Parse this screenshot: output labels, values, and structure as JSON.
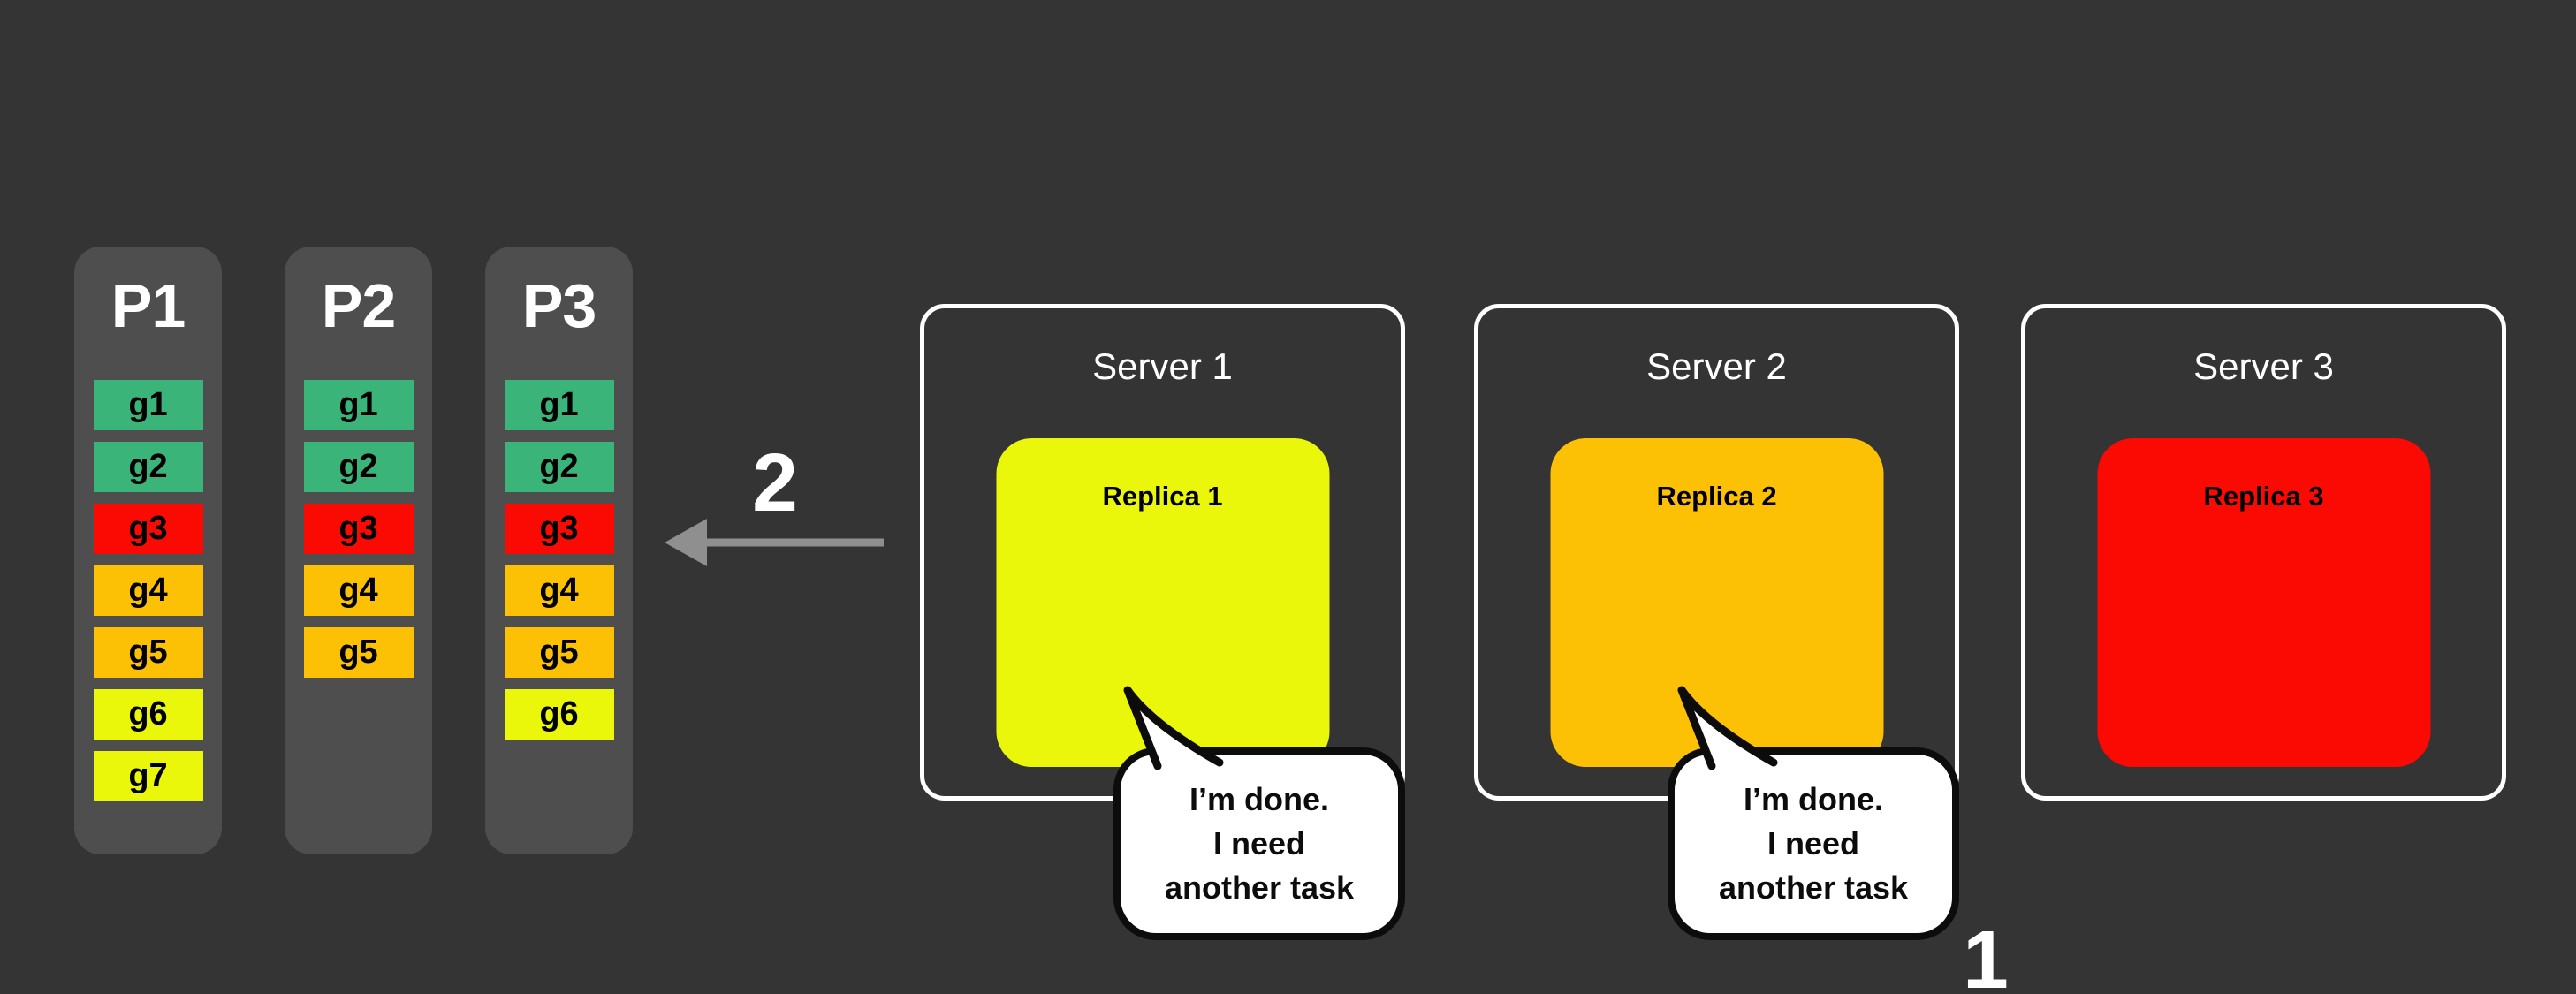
{
  "colors": {
    "background": "#343434",
    "panel": "#4e4e4e",
    "white": "#ffffff",
    "black": "#0c0c0c",
    "arrow_gray": "#8f8f8f",
    "green": "#3bb47a",
    "red": "#fb0a03",
    "amber": "#fcc105",
    "yellow": "#ebf70a"
  },
  "labels": {
    "step1": "1",
    "step2": "2"
  },
  "arrow": {
    "direction": "left"
  },
  "partitions": [
    {
      "label": "P1",
      "chips": [
        {
          "label": "g1",
          "color": "#3bb47a"
        },
        {
          "label": "g2",
          "color": "#3bb47a"
        },
        {
          "label": "g3",
          "color": "#fb0a03"
        },
        {
          "label": "g4",
          "color": "#fcc105"
        },
        {
          "label": "g5",
          "color": "#fcc105"
        },
        {
          "label": "g6",
          "color": "#ebf70a"
        },
        {
          "label": "g7",
          "color": "#ebf70a"
        }
      ]
    },
    {
      "label": "P2",
      "chips": [
        {
          "label": "g1",
          "color": "#3bb47a"
        },
        {
          "label": "g2",
          "color": "#3bb47a"
        },
        {
          "label": "g3",
          "color": "#fb0a03"
        },
        {
          "label": "g4",
          "color": "#fcc105"
        },
        {
          "label": "g5",
          "color": "#fcc105"
        }
      ]
    },
    {
      "label": "P3",
      "chips": [
        {
          "label": "g1",
          "color": "#3bb47a"
        },
        {
          "label": "g2",
          "color": "#3bb47a"
        },
        {
          "label": "g3",
          "color": "#fb0a03"
        },
        {
          "label": "g4",
          "color": "#fcc105"
        },
        {
          "label": "g5",
          "color": "#fcc105"
        },
        {
          "label": "g6",
          "color": "#ebf70a"
        }
      ]
    }
  ],
  "servers": [
    {
      "label": "Server 1",
      "replica": {
        "label": "Replica 1",
        "color": "#ebf70a"
      },
      "bubble": {
        "lines": [
          "I’m done.",
          "I need",
          "another task"
        ]
      }
    },
    {
      "label": "Server 2",
      "replica": {
        "label": "Replica 2",
        "color": "#fcc105"
      },
      "bubble": {
        "lines": [
          "I’m done.",
          "I need",
          "another task"
        ]
      }
    },
    {
      "label": "Server 3",
      "replica": {
        "label": "Replica 3",
        "color": "#fb0a03"
      }
    }
  ]
}
